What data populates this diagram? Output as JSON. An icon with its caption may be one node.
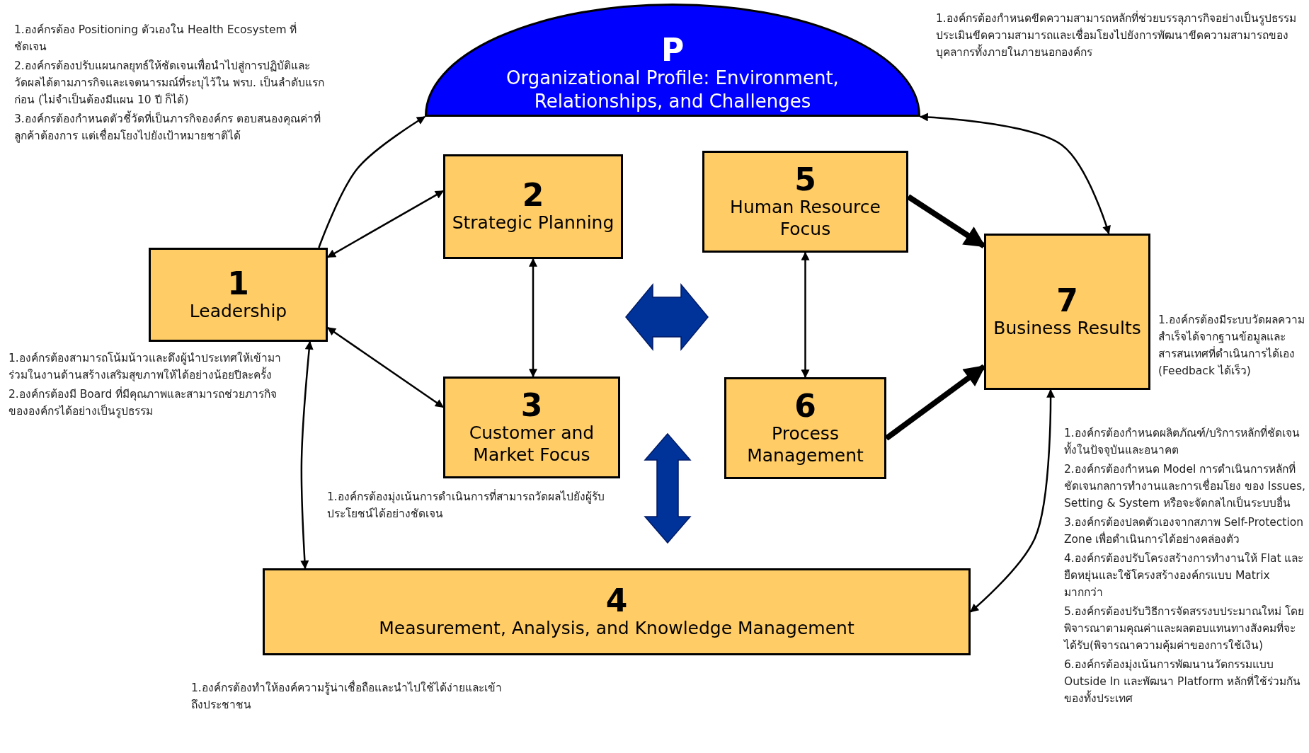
{
  "diagram": {
    "nodes": [
      {
        "text": [
          "P",
          "Organizational Profile: Environment, Relationships, and Challenges"
        ]
      },
      {
        "text": [
          "1",
          "Leadership"
        ]
      },
      {
        "text": [
          "2",
          "Strategic Planning"
        ]
      },
      {
        "text": [
          "3",
          "Customer and Market Focus"
        ]
      },
      {
        "text": [
          "4",
          "Measurement, Analysis, and Knowledge Management"
        ]
      },
      {
        "text": [
          "5",
          "Human Resource Focus"
        ]
      },
      {
        "text": [
          "6",
          "Process Management"
        ]
      },
      {
        "text": [
          "7",
          "Business Results"
        ]
      }
    ],
    "edges": [
      {
        "from": 1,
        "to": 0,
        "arrow": "to"
      },
      {
        "from": 0,
        "to": 7,
        "arrow": "both"
      },
      {
        "from": 1,
        "to": 2,
        "arrow": "both"
      },
      {
        "from": 1,
        "to": 3,
        "arrow": "both"
      },
      {
        "from": 2,
        "to": 3,
        "arrow": "both"
      },
      {
        "from": 5,
        "to": 6,
        "arrow": "both"
      },
      {
        "from": 5,
        "to": 7,
        "arrow": "to",
        "style": "thick"
      },
      {
        "from": 6,
        "to": 7,
        "arrow": "to",
        "style": "thick"
      },
      {
        "from": 1,
        "to": 4,
        "arrow": "both"
      },
      {
        "from": 7,
        "to": 4,
        "arrow": "both"
      }
    ],
    "labels": [
      "1.องค์กรต้อง Positioning ตัวเองใน Health Ecosystem ที่ชัดเจน",
      "2.องค์กรต้องปรับแผนกลยุทธ์ให้ชัดเจนเพื่อนำไปสู่การปฏิบัติและวัดผลได้ตามภารกิจและเจตนารมณ์ที่ระบุไว้ใน พรบ. เป็นลำดับแรกก่อน (ไม่จำเป็นต้องมีแผน 10 ปี ก็ได้)",
      "3.องค์กรต้องกำหนดตัวชี้วัดที่เป็นภารกิจองค์กร ตอบสนองคุณค่าที่ลูกค้าต้องการ แต่เชื่อมโยงไปยังเป้าหมายชาติได้",
      "1.องค์กรต้องกำหนดขีดความสามารถหลักที่ช่วยบรรลุภารกิจอย่างเป็นรูปธรรม ประเมินขีดความสามารถและเชื่อมโยงไปยังการพัฒนาขีดความสามารถของบุคลากรทั้งภายในภายนอกองค์กร",
      "1.องค์กรต้องสามารถโน้มน้าวและดึงผู้นำประเทศให้เข้ามาร่วมในงานด้านสร้างเสริมสุขภาพให้ได้อย่างน้อยปีละครั้ง",
      "2.องค์กรต้องมี Board ที่มีคุณภาพและสามารถช่วยภารกิจขององค์กรได้อย่างเป็นรูปธรรม",
      "1.องค์กรต้องมีระบบวัดผลความสำเร็จได้จากฐานข้อมูลและสารสนเทศที่ดำเนินการได้เอง (Feedback ได้เร็ว)",
      "1.องค์กรต้องมุ่งเน้นการดำเนินการที่สามารถวัดผลไปยังผู้รับประโยชน์ได้อย่างชัดเจน",
      "1.องค์กรต้องกำหนดผลิตภัณฑ์/บริการหลักที่ชัดเจน ทั้งในปัจจุบันและอนาคต",
      "2.องค์กรต้องกำหนด Model การดำเนินการหลักที่ชัดเจนกลการทำงานและการเชื่อมโยง ของ Issues, Setting & System หรือจะจัดกลไกเป็นระบบอื่น",
      "3.องค์กรต้องปลดตัวเองจากสภาพ Self-Protection Zone เพื่อดำเนินการได้อย่างคล่องตัว",
      "4.องค์กรต้องปรับโครงสร้างการทำงานให้ Flat และยืดหยุ่นและใช้โครงสร้างองค์กรแบบ Matrix มากกว่า",
      "5.องค์กรต้องปรับวิธีการจัดสรรงบประมาณใหม่ โดยพิจารณาตามคุณค่าและผลตอบแทนทางสังคมที่จะได้รับ(พิจารณาความคุ้มค่าของการใช้เงิน)",
      "6.องค์กรต้องมุ่งเน้นการพัฒนานวัตกรรมแบบ Outside In และพัฒนา Platform หลักที่ใช้ร่วมกันของทั้งประเทศ",
      "1.องค์กรต้องทำให้องค์ความรู้น่าเชื่อถือและนำไปใช้ได้ง่ายและเข้าถึงประชาชน"
    ]
  }
}
